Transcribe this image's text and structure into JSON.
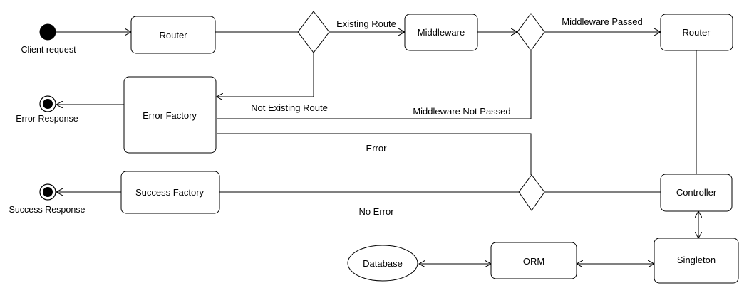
{
  "nodes": {
    "client_request": "Client request",
    "router_1": "Router",
    "middleware": "Middleware",
    "router_2": "Router",
    "error_factory": "Error Factory",
    "error_response": "Error Response",
    "success_factory": "Success Factory",
    "success_response": "Success Response",
    "controller": "Controller",
    "singleton": "Singleton",
    "orm": "ORM",
    "database": "Database"
  },
  "edges": {
    "existing_route": "Existing Route",
    "not_existing_route": "Not Existing Route",
    "middleware_passed": "Middleware Passed",
    "middleware_not_passed": "Middleware Not Passed",
    "error": "Error",
    "no_error": "No Error"
  },
  "colors": {
    "stroke": "#000000",
    "fill": "#ffffff",
    "background": "#ffffff"
  }
}
